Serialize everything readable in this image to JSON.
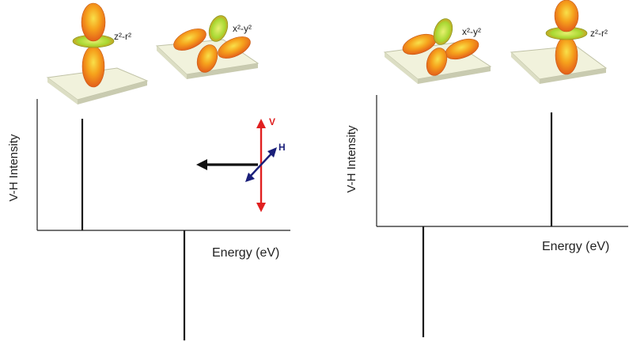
{
  "colors": {
    "axis": "#222222",
    "peak": "#1a1a1a",
    "v_arrow": "#e02020",
    "h_arrow": "#1a1f7a",
    "k_arrow": "#111111",
    "slab_top": "#f1f2dc",
    "slab_side": "#c9cbb0",
    "lobe_hot": "#f6a21c",
    "lobe_cool": "#a8d832"
  },
  "icons": [
    "orbital-z2-r2-icon",
    "orbital-x2-y2-icon",
    "polarization-arrows-icon"
  ],
  "left_panel": {
    "ylabel": "V-H Intensity",
    "xlabel": "Energy (eV)",
    "orbital_labels": {
      "z2": "z²-r²",
      "x2": "x²-y²"
    },
    "arrow_labels": {
      "v": "V",
      "h": "H"
    },
    "peaks": [
      {
        "orbital": "z²-r²",
        "sign": "positive"
      },
      {
        "orbital": "x²-y²",
        "sign": "negative"
      }
    ]
  },
  "right_panel": {
    "ylabel": "V-H Intensity",
    "xlabel": "Energy (eV)",
    "orbital_labels": {
      "x2": "x²-y²",
      "z2": "z²-r²"
    },
    "peaks": [
      {
        "orbital": "x²-y²",
        "sign": "negative"
      },
      {
        "orbital": "z²-r²",
        "sign": "positive"
      }
    ]
  }
}
